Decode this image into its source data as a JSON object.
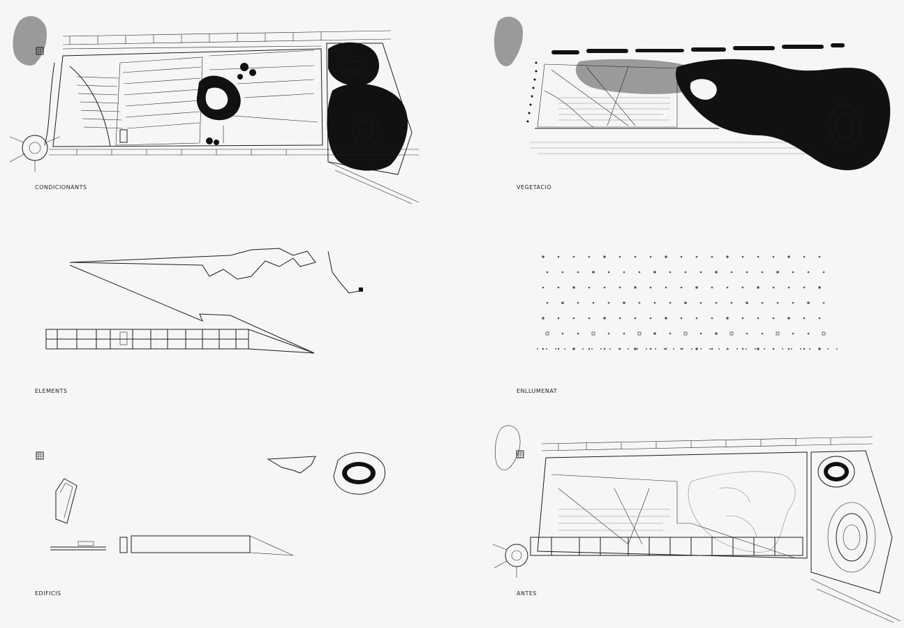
{
  "panels": [
    {
      "id": "condicionants",
      "caption": "CONDICIONANTS"
    },
    {
      "id": "vegetacio",
      "caption": "VEGETACIÓ"
    },
    {
      "id": "elements",
      "caption": "ELEMENTS"
    },
    {
      "id": "enllumenat",
      "caption": "ENLLUMENAT"
    },
    {
      "id": "edificis",
      "caption": "EDIFICIS"
    },
    {
      "id": "antes",
      "caption": "ANTES"
    }
  ],
  "colors": {
    "paper": "#f6f6f4",
    "ink": "#1a1a1a",
    "vegetation_dark": "#111111",
    "vegetation_grey": "#9a9a9a"
  },
  "icons": [
    "location-key-icon",
    "stadium-icon",
    "roundabout-icon"
  ]
}
